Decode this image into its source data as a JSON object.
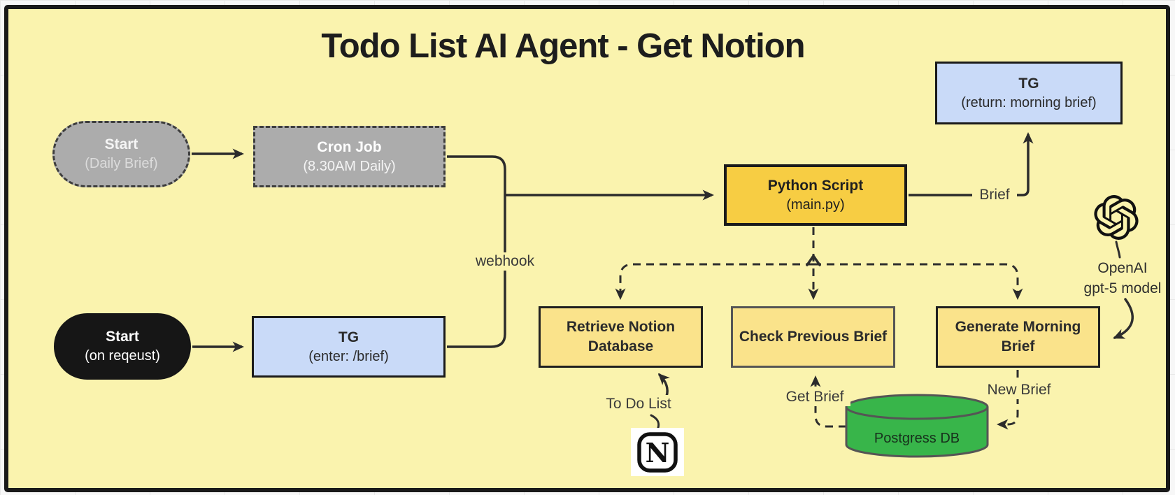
{
  "title": "Todo List AI Agent - Get Notion",
  "nodes": {
    "start_daily": {
      "title": "Start",
      "subtitle": "(Daily Brief)"
    },
    "cron_job": {
      "title": "Cron Job",
      "subtitle": "(8.30AM Daily)"
    },
    "start_request": {
      "title": "Start",
      "subtitle": "(on reqeust)"
    },
    "tg_enter": {
      "title": "TG",
      "subtitle": "(enter: /brief)"
    },
    "python_script": {
      "title": "Python Script",
      "subtitle": "(main.py)"
    },
    "tg_return": {
      "title": "TG",
      "subtitle": "(return: morning brief)"
    },
    "retrieve_notion": {
      "title": "Retrieve Notion Database"
    },
    "check_previous": {
      "title": "Check Previous Brief"
    },
    "generate_morning": {
      "title": "Generate Morning Brief"
    },
    "postgres_db": {
      "label": "Postgress DB"
    }
  },
  "edge_labels": {
    "webhook": "webhook",
    "brief": "Brief",
    "to_do_list": "To Do List",
    "get_brief": "Get Brief",
    "new_brief": "New Brief"
  },
  "annotations": {
    "openai": "OpenAI",
    "model": "gpt-5 model"
  },
  "icons": {
    "openai": "openai-logo-icon",
    "notion": "notion-logo-icon",
    "database": "database-cylinder"
  },
  "colors": {
    "canvas_bg": "#FAF3AE",
    "border": "#191919",
    "node_gold": "#F7CD43",
    "node_pale_yellow": "#FAE38B",
    "node_blue": "#C9DAF8",
    "node_gray": "#ACACAC",
    "node_black": "#161616",
    "db_green": "#38B54A",
    "line": "#2b2b2b"
  }
}
